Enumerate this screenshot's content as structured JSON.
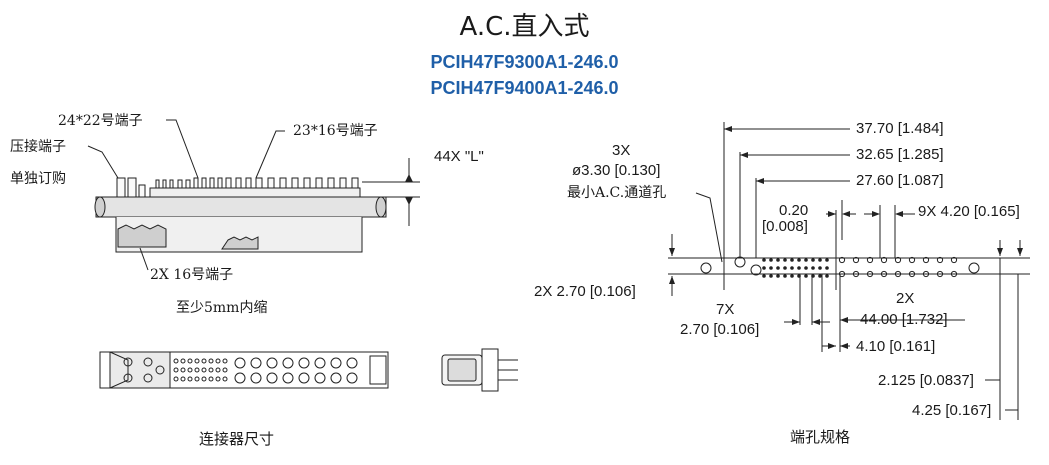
{
  "header": {
    "title": "A.C.直入式",
    "part_numbers": [
      "PCIH47F9300A1-246.0",
      "PCIH47F9400A1-246.0"
    ]
  },
  "left": {
    "callouts": {
      "signal_terminal": "24*22号端子",
      "power_terminal": "23*16号端子",
      "crimp_terminal": "压接端子",
      "order_separately": "单独订购",
      "lead_length": "44X \"L\"",
      "side_terminal": "2X 16号端子",
      "recess": "至少5mm内缩"
    },
    "caption": "连接器尺寸"
  },
  "right": {
    "labels": {
      "hole_count": "3X",
      "hole_dia": "ø3.30 [0.130]",
      "hole_desc": "最小A.C.通道孔",
      "d_3770": "37.70 [1.484]",
      "d_3265": "32.65 [1.285]",
      "d_2760": "27.60 [1.087]",
      "d_020a": "0.20",
      "d_020b": "[0.008]",
      "d_9x420": "9X 4.20 [0.165]",
      "d_2x270": "2X  2.70 [0.106]",
      "d_7x": "7X",
      "d_7x270": "2.70 [0.106]",
      "d_2x": "2X",
      "d_4400": "44.00 [1.732]",
      "d_410": "4.10 [0.161]",
      "d_2125": "2.125 [0.0837]",
      "d_425": "4.25 [0.167]"
    },
    "caption": "端孔规格"
  }
}
